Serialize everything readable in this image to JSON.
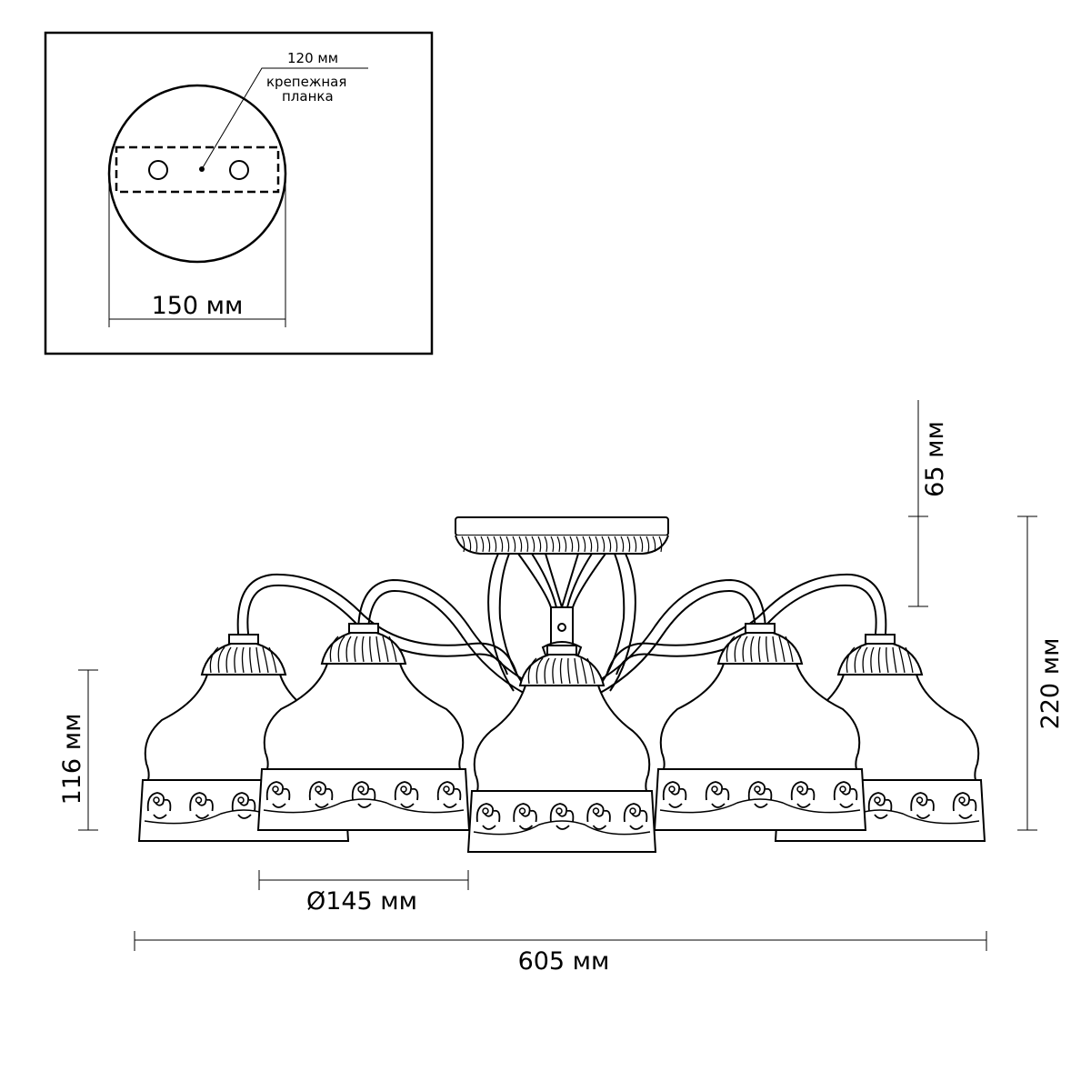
{
  "inset": {
    "width_label": "150 мм",
    "spacing_label": "120 мм",
    "plate_label_line1": "крепежная",
    "plate_label_line2": "планка"
  },
  "dimensions": {
    "overall_width": "605 мм",
    "shade_diameter": "Ø145 мм",
    "shade_height": "116 мм",
    "total_height": "220 мм",
    "top_height": "65 мм"
  },
  "shade_count": 5
}
